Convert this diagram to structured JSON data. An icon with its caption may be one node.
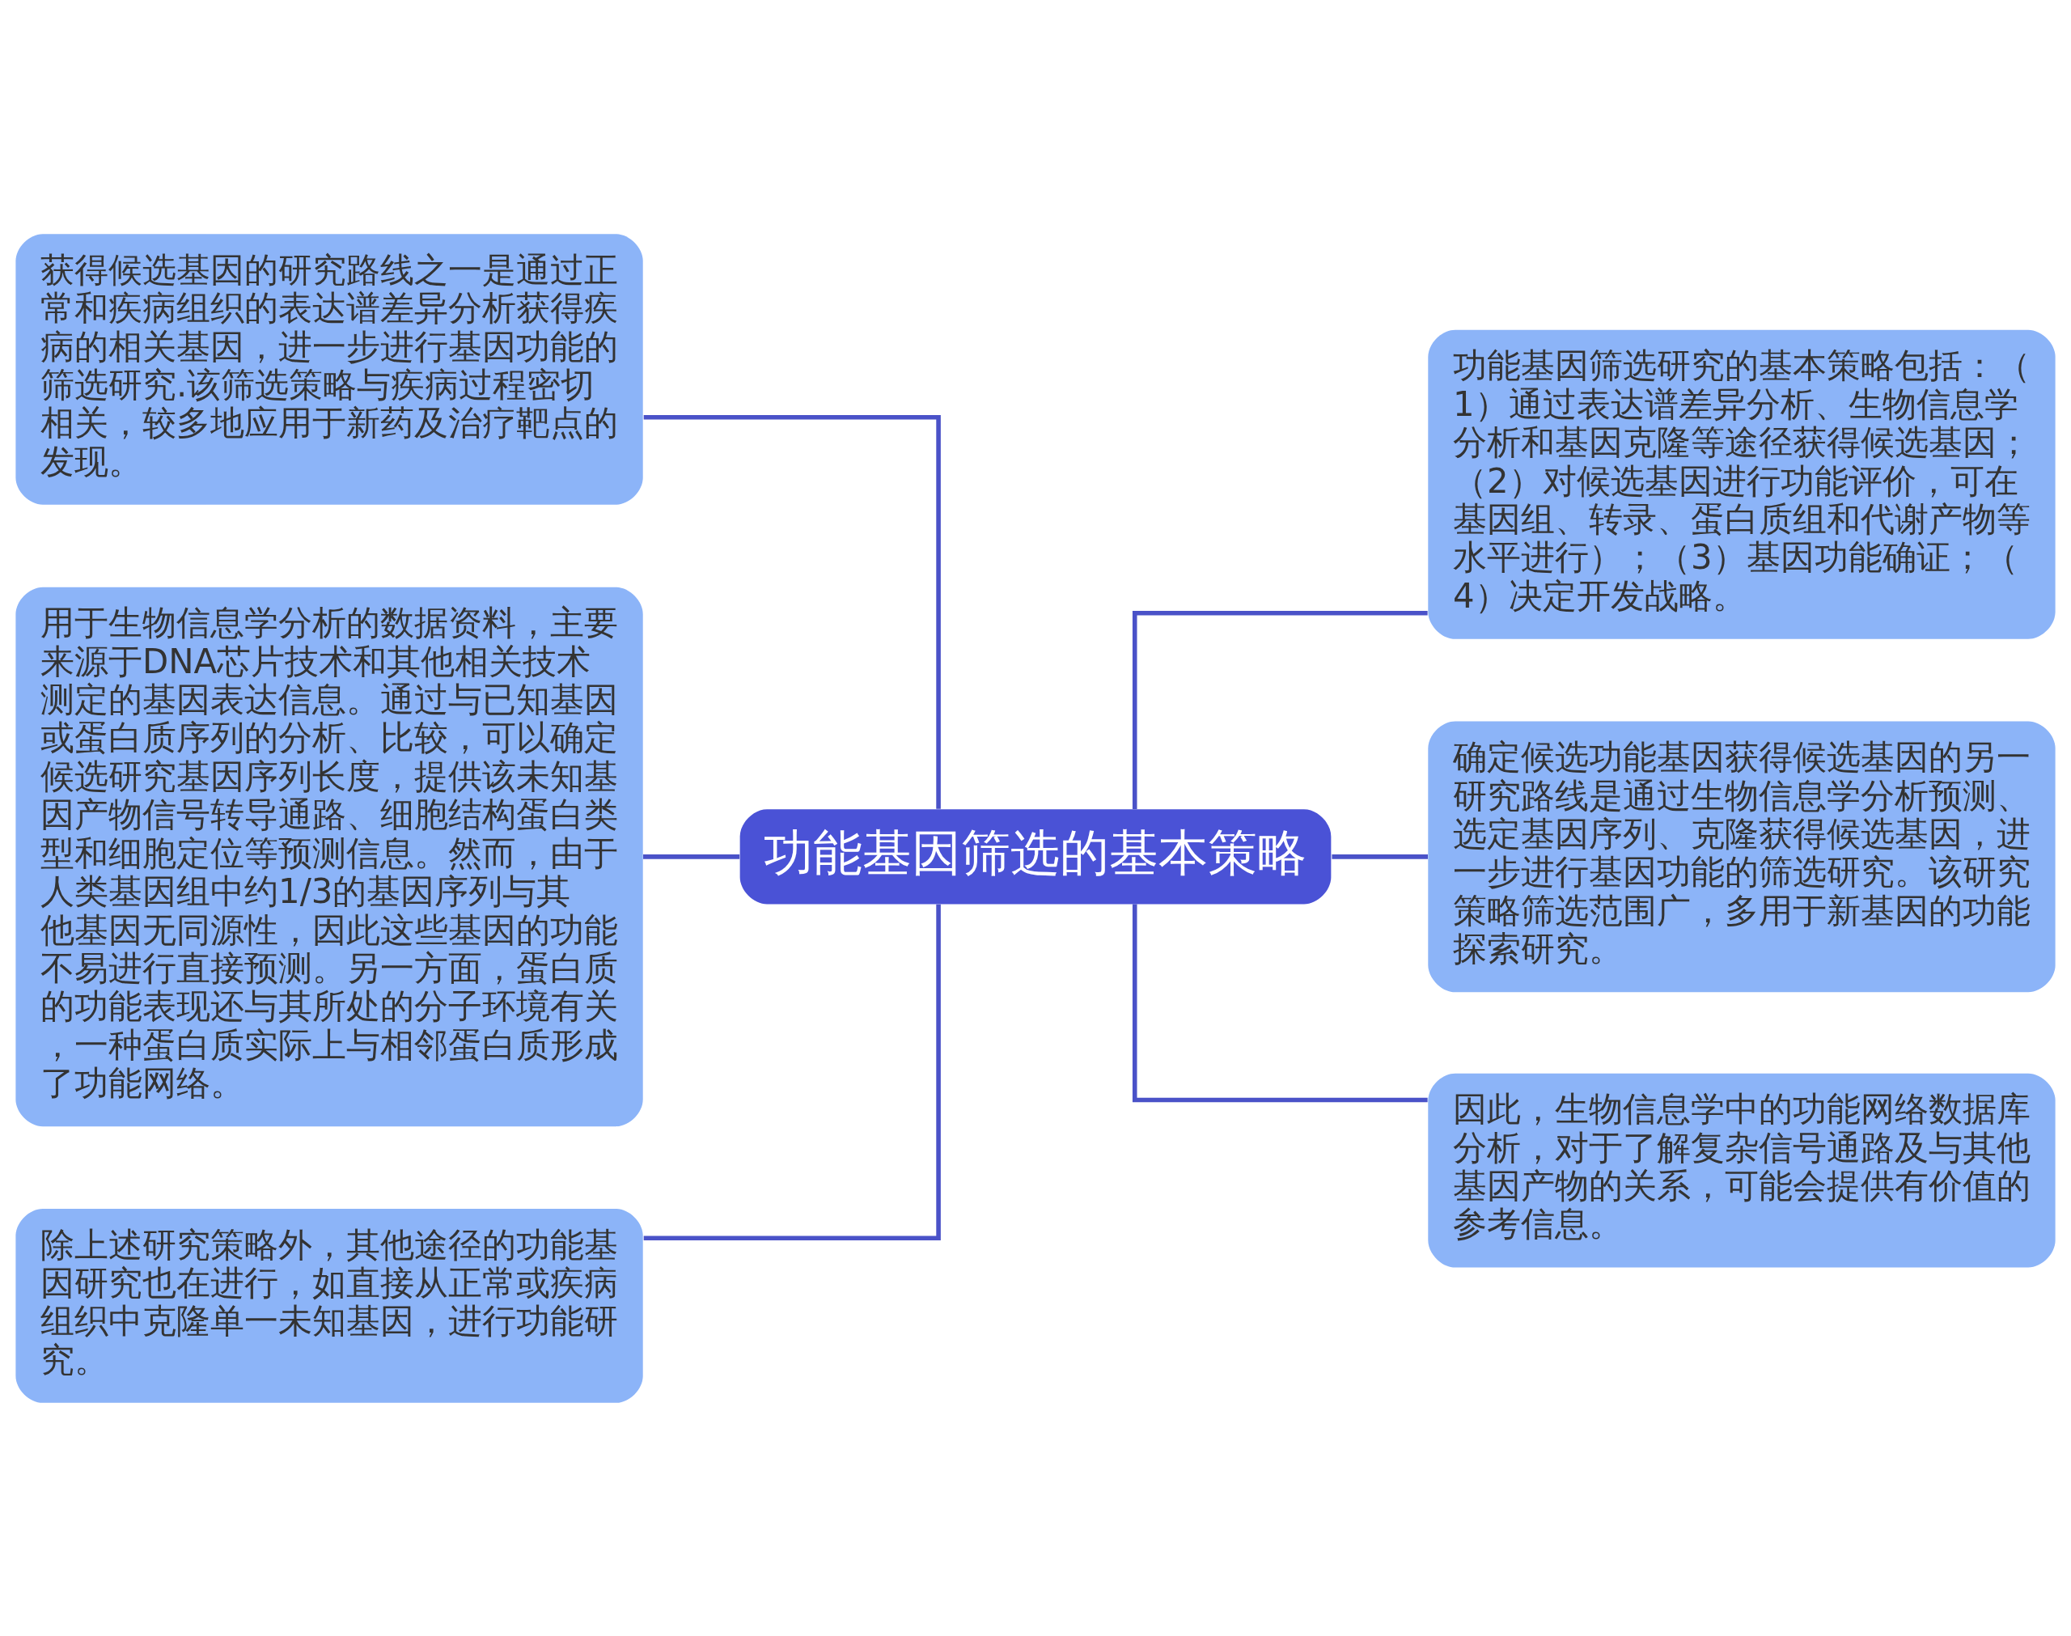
{
  "diagram": {
    "nodes": [
      {
        "text": [
          "功能基因筛选的基本策略"
        ]
      },
      {
        "text": [
          "获得候选基因的研究路线之一是通过正常和疾病组织的表达谱差异分析获得疾病的相关基因，进一步进行基因功能的筛选研究.该筛选策略与疾病过程密切相关，较多地应用于新药及治疗靶点的发现。"
        ]
      },
      {
        "text": [
          "用于生物信息学分析的数据资料，主要来源于DNA芯片技术和其他相关技术测定的基因表达信息。通过与已知基因或蛋白质序列的分析、比较，可以确定候选研究基因序列长度，提供该未知基因产物信号转导通路、细胞结构蛋白类型和细胞定位等预测信息。然而，由于人类基因组中约1/3的基因序列与其他基因无同源性，因此这些基因的功能不易进行直接预测。另一方面，蛋白质的功能表现还与其所处的分子环境有关，一种蛋白质实际上与相邻蛋白质形成了功能网络。"
        ]
      },
      {
        "text": [
          "除上述研究策略外，其他途径的功能基因研究也在进行，如直接从正常或疾病组织中克隆单一未知基因，进行功能研究。"
        ]
      },
      {
        "text": [
          "功能基因筛选研究的基本策略包括：（1）通过表达谱差异分析、生物信息学分析和基因克隆等途径获得候选基因；（2）对候选基因进行功能评价，可在基因组、转录、蛋白质组和代谢产物等水平进行）；（3）基因功能确证；（4）决定开发战略。"
        ]
      },
      {
        "text": [
          "确定候选功能基因获得候选基因的另一研究路线是通过生物信息学分析预测、选定基因序列、克隆获得候选基因，进一步进行基因功能的筛选研究。该研究策略筛选范围广，多用于新基因的功能探索研究。"
        ]
      },
      {
        "text": [
          "因此，生物信息学中的功能网络数据库分析，对于了解复杂信号通路及与其他基因产物的关系，可能会提供有价值的参考信息。"
        ]
      }
    ],
    "edges": [
      {
        "from": 0,
        "to": 1,
        "arrow": "none"
      },
      {
        "from": 0,
        "to": 2,
        "arrow": "none"
      },
      {
        "from": 0,
        "to": 3,
        "arrow": "none"
      },
      {
        "from": 0,
        "to": 4,
        "arrow": "none"
      },
      {
        "from": 0,
        "to": 5,
        "arrow": "none"
      },
      {
        "from": 0,
        "to": 6,
        "arrow": "none"
      }
    ]
  }
}
